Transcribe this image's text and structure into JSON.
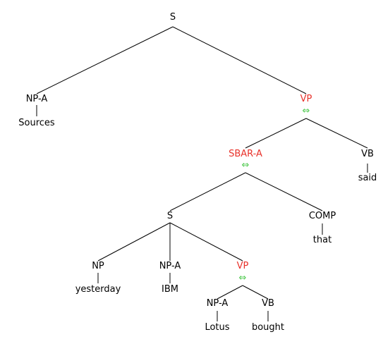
{
  "colors": {
    "edge": "#000000",
    "label": "#000000",
    "highlight": "#e8312a",
    "swap": "#4cc94c"
  },
  "swap_symbol": "⇔",
  "tree": {
    "s": "S",
    "np_a": "NP-A",
    "sources": "Sources",
    "vp": "VP",
    "sbar_a": "SBAR-A",
    "vb": "VB",
    "said": "said",
    "s2": "S",
    "comp": "COMP",
    "that": "that",
    "np": "NP",
    "yesterday": "yesterday",
    "np_a2": "NP-A",
    "ibm": "IBM",
    "vp2": "VP",
    "np_a3": "NP-A",
    "lotus": "Lotus",
    "vb2": "VB",
    "bought": "bought"
  }
}
